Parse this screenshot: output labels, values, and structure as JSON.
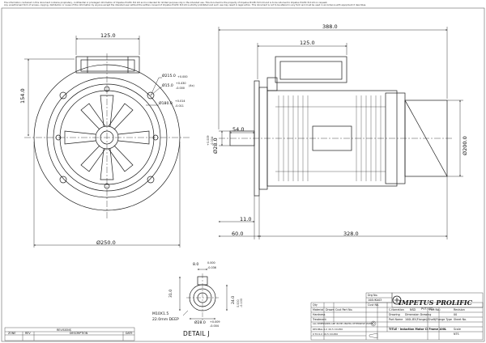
{
  "notice": {
    "line1": "The information contained in this document contains proprietary, confidential or privileged information of Impetus Prolific Pvt Ltd and is intended for limited purpose only in the intended use. This document is the property of Impetus Prolific Pvt Ltd and is to be returned to Impetus Prolific Pvt Ltd on request.",
    "line2": "Any unauthorised form of access, copying, distribution or reuse of this information by anyone except the intended user without the written consent of Impetus Prolific Pvt Ltd is strictly prohibited and such use may result in legal action. This document is not to be altered in any form and must be used in accordance with equipment it describes."
  },
  "front_view": {
    "dim_top": "125.0",
    "dim_height": "154.0",
    "dim_pcd": "Ø215.0",
    "tol_pcd": "+0.000",
    "dim_holes": "Ø15.0",
    "tol_holes_a": "+0.430",
    "tol_holes_b": "-0.000",
    "holes_count": "(4x)",
    "dim_spigot": "Ø180.0",
    "tol_spigot_a": "+0.014",
    "tol_spigot_b": "-0.011",
    "dim_flange": "Ø250.0"
  },
  "side_view": {
    "dim_overall": "388.0",
    "dim_top": "125.0",
    "dim_shaft_len": "54.0",
    "dim_shaft_dia": "Ø28.0",
    "tol_shaft_a": "+0.009",
    "tol_shaft_b": "-0.004",
    "dim_flange_thk": "11.0",
    "dim_spigot_len": "60.0",
    "dim_body": "328.0",
    "dim_outer_dia": "Ø200.0"
  },
  "detail": {
    "title": "DETAIL J",
    "dim_key": "8.0",
    "tol_key_a": "0.000",
    "tol_key_b": "-0.036",
    "dim_height": "31.0",
    "dim_24": "24.0",
    "tol_24_a": "0.000",
    "tol_24_b": "-0.100",
    "dim_dia": "Ø28.0",
    "tol_dia_a": "+0.009",
    "tol_dia_b": "-0.004",
    "thread_1": "M10X1.5",
    "thread_2": "22.0mm DEEP"
  },
  "revisions": {
    "headers": [
      "ZONE",
      "REV",
      "DESCRIPTION",
      "DATE"
    ],
    "title": "REVISIONS"
  },
  "title_block": {
    "drg_no_label": "Drg No.",
    "drg_no": "100UKA03",
    "rows_left": [
      "Qty",
      "Material",
      "Hardness",
      "Treatment"
    ],
    "dwn_label": "Drawn",
    "chk_label": "Cust Part No.",
    "tolerance_note": "ALL DIMENSIONS ARE IN MM UNLESS OTHERWISE STATED",
    "tol_rows": [
      "DECIMAL  0.X  ±0.5  ±0.050",
      "0 TO  0.X  ±0.5  ±0.050"
    ],
    "cust_label": "Cust No.",
    "c_narration_label": "C.Narration",
    "c_narration": "NSD",
    "part_no_label": "Part No.:",
    "drawing_label": "Drawing",
    "drawing": "Dimension Drawing",
    "revision_label": "Revision",
    "revision": "00",
    "part_name_label": "Part Name",
    "part_name": "100L-B5(Flange)(Shaft)Flange Type",
    "sheet_label": "Sheet No.",
    "title_text": "TITLE - Induction Motor CI Frame 100L",
    "scale_label": "Scale",
    "scale": "NTS",
    "company": "IMPETUS PROLIFIC",
    "company_sub": "PVT. LTD."
  },
  "colors": {
    "line": "#1a1a1a",
    "hatch": "#555555",
    "dim": "#222222"
  }
}
